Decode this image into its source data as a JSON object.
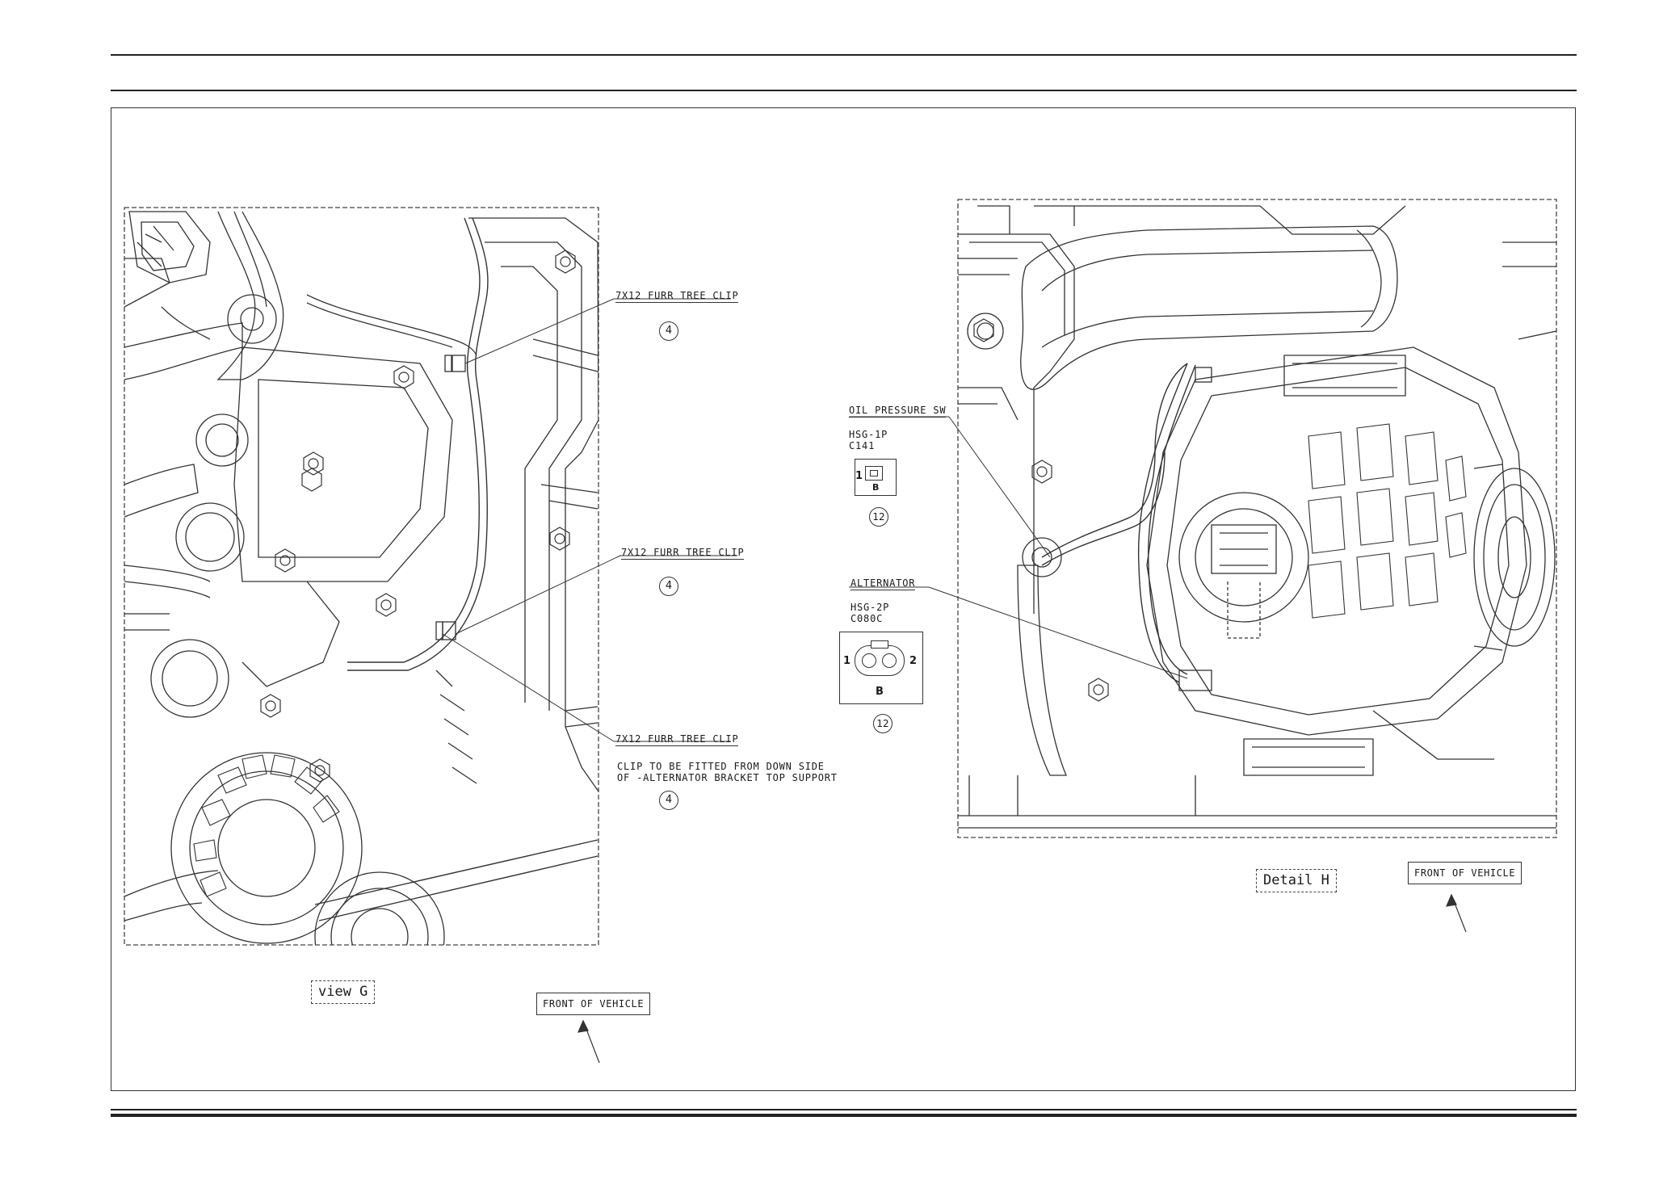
{
  "view_g": {
    "label": "view G",
    "front_label": "FRONT OF VEHICLE",
    "callouts": [
      {
        "text": "7X12 FURR TREE CLIP",
        "num": "4"
      },
      {
        "text": "7X12 FURR TREE CLIP",
        "num": "4"
      },
      {
        "text": "7X12 FURR TREE CLIP",
        "num": "4",
        "note_line1": "CLIP TO BE FITTED FROM DOWN SIDE",
        "note_line2": "OF -ALTERNATOR BRACKET TOP SUPPORT"
      }
    ]
  },
  "detail_h": {
    "label": "Detail H",
    "front_label": "FRONT OF VEHICLE",
    "oil": {
      "title": "OIL PRESSURE SW",
      "hsg": "HSG-1P",
      "code": "C141",
      "pin1": "1",
      "pinb": "B",
      "num": "12"
    },
    "alt": {
      "title": "ALTERNATOR",
      "hsg": "HSG-2P",
      "code": "C080C",
      "pin1": "1",
      "pin2": "2",
      "pinb": "B",
      "num": "12"
    }
  }
}
